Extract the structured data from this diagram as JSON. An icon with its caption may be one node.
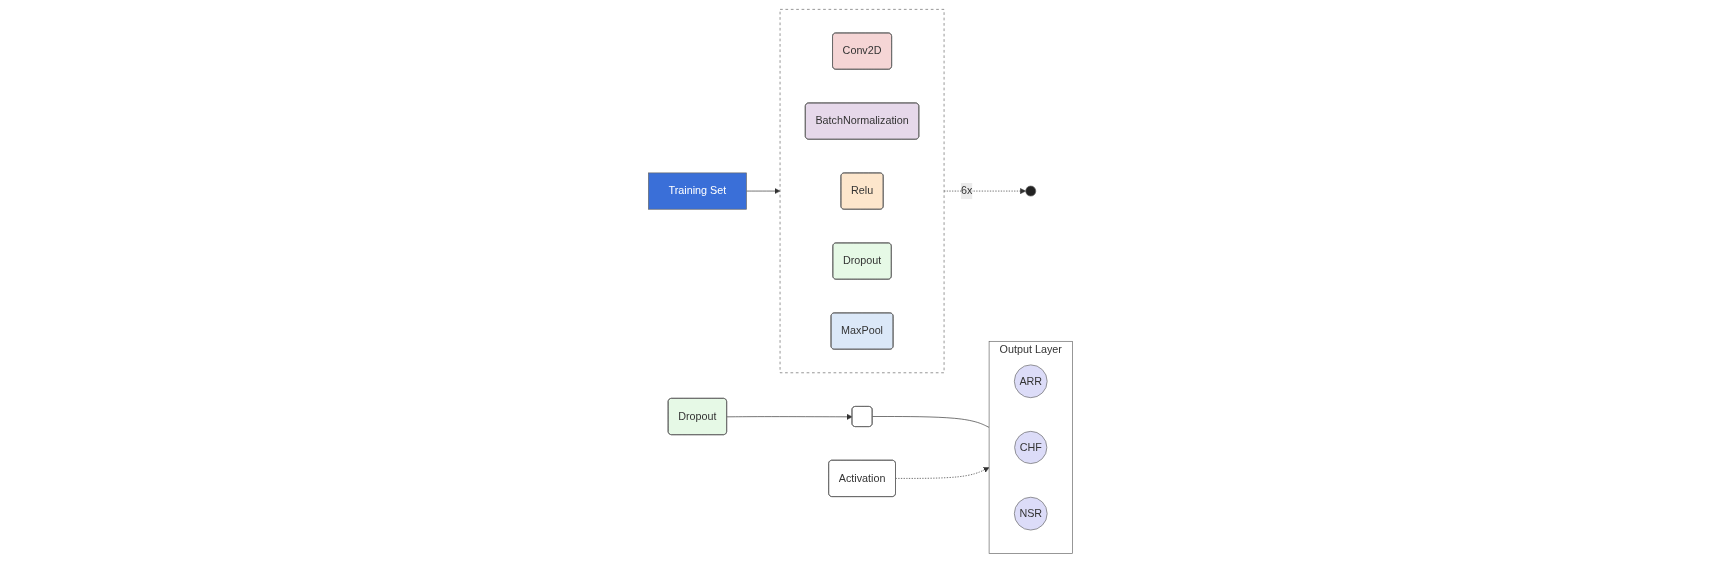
{
  "diagram": {
    "nodes": [
      {
        "text": [
          "Training Set"
        ]
      },
      {
        "text": [],
        "shape": "box"
      },
      {
        "text": [
          "Conv2D"
        ],
        "in": 1
      },
      {
        "text": [
          "BatchNormalization"
        ],
        "in": 1
      },
      {
        "text": [
          "Relu"
        ],
        "in": 1
      },
      {
        "text": [
          "Dropout"
        ],
        "in": 1
      },
      {
        "text": [
          "MaxPool"
        ],
        "in": 1
      },
      {
        "text": [],
        "shape": "circle"
      },
      {
        "text": [
          "Dropout"
        ]
      },
      {
        "text": [],
        "shape": "box"
      },
      {
        "text": [
          "Output Layer"
        ]
      },
      {
        "text": [
          "ARR"
        ],
        "in": 10
      },
      {
        "text": [
          "CHF"
        ],
        "in": 10
      },
      {
        "text": [
          "NSR"
        ],
        "in": 10
      },
      {
        "text": [
          "Activation"
        ]
      }
    ],
    "edges": [
      {
        "from": 0,
        "to": 1,
        "arrow": "to"
      },
      {
        "from": 1,
        "to": 7,
        "arrow": "to",
        "label": "6x",
        "style": "dashed"
      },
      {
        "from": 8,
        "to": 9,
        "arrow": "to"
      },
      {
        "from": 9,
        "to": 10,
        "arrow": "none"
      },
      {
        "from": 14,
        "to": 10,
        "arrow": "to",
        "style": "dashed"
      }
    ]
  }
}
